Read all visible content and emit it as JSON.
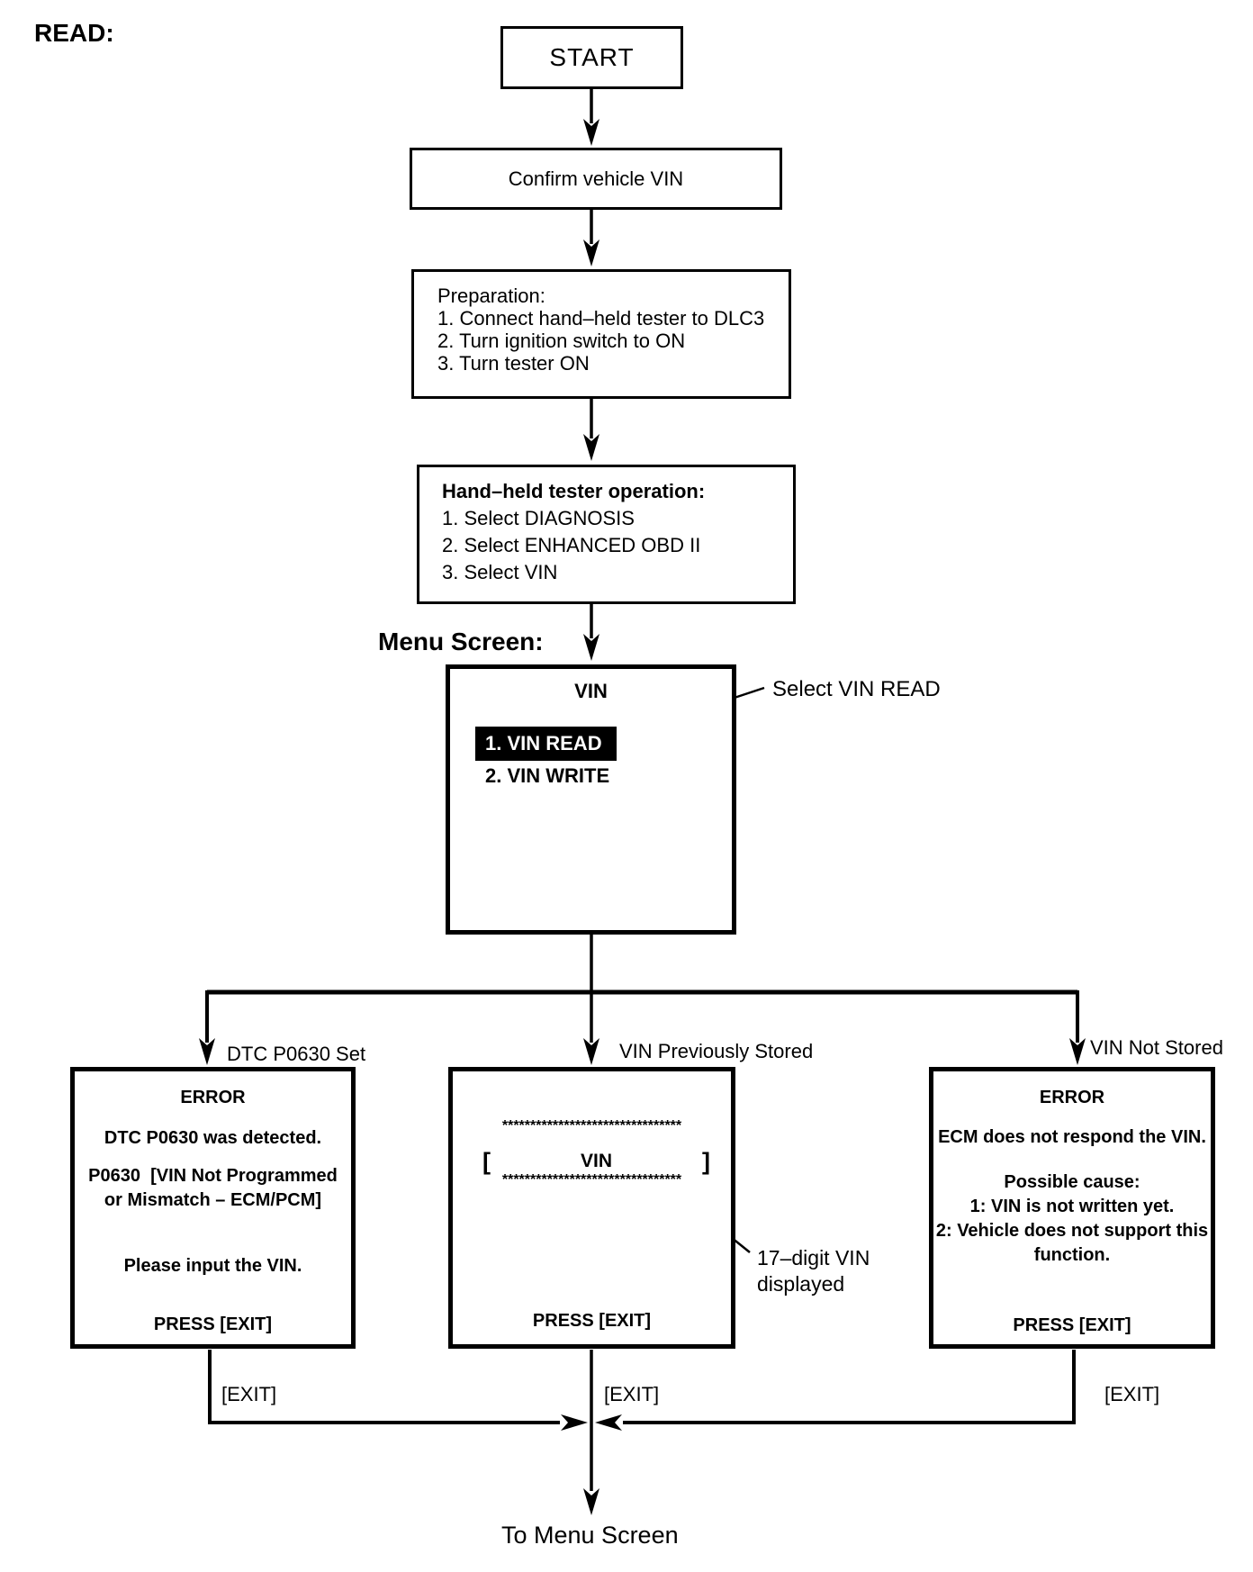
{
  "page": {
    "section_label": "READ:",
    "menu_screen_label": "Menu Screen:",
    "to_menu_screen_label": "To Menu Screen"
  },
  "flow": {
    "start_label": "START",
    "confirm_label": "Confirm vehicle VIN",
    "preparation": {
      "title": "Preparation:",
      "steps": [
        "1. Connect hand–held tester to DLC3",
        "2. Turn ignition switch to ON",
        "3. Turn tester ON"
      ]
    },
    "tester_operation": {
      "title": "Hand–held tester operation:",
      "steps": [
        "1. Select DIAGNOSIS",
        "2. Select ENHANCED OBD II",
        "3. Select VIN"
      ]
    },
    "menu": {
      "title": "VIN",
      "items": [
        {
          "label": "1. VIN READ",
          "selected": true
        },
        {
          "label": "2. VIN WRITE",
          "selected": false
        }
      ],
      "callout": "Select VIN READ"
    }
  },
  "branches": [
    {
      "label": "DTC P0630 Set",
      "exit_label": "[EXIT]",
      "screen": {
        "title": "ERROR",
        "lines": [
          "DTC P0630 was detected.",
          "P0630  [VIN Not Programmed",
          "or Mismatch – ECM/PCM]",
          "Please input the VIN."
        ],
        "footer": "PRESS [EXIT]"
      }
    },
    {
      "label": "VIN Previously Stored",
      "exit_label": "[EXIT]",
      "callout": {
        "line1": "17–digit VIN",
        "line2": "displayed"
      },
      "screen": {
        "asterisk_row": "********************************",
        "bracket_open": "[",
        "vin_label": "VIN",
        "bracket_close": "]",
        "footer": "PRESS [EXIT]"
      }
    },
    {
      "label": "VIN Not Stored",
      "exit_label": "[EXIT]",
      "screen": {
        "title": "ERROR",
        "lines": [
          "ECM does not respond the VIN.",
          "Possible cause:",
          "1: VIN is not written yet.",
          "2: Vehicle does not support this",
          "function."
        ],
        "footer": "PRESS [EXIT]"
      }
    }
  ]
}
